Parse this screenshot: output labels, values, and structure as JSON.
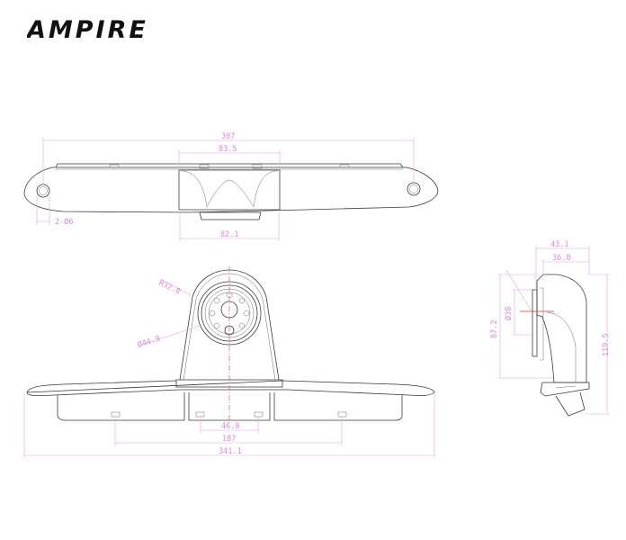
{
  "brand": {
    "name": "AMPIRE",
    "color": "#111111"
  },
  "colors": {
    "outline": "#3a3a3a",
    "dimension": "#d98ad9",
    "centerline": "#e05a5a"
  },
  "top_view": {
    "dimensions": {
      "overall_width": "307",
      "housing_top": "83.5",
      "housing_bottom": "82.1",
      "mount_holes": "2-Ø6"
    }
  },
  "front_view": {
    "dimensions": {
      "radius": "R32.8",
      "lens_diameter": "Ø44.9",
      "clip_spacing_inner": "46.8",
      "clip_spacing_outer": "187",
      "overall_length": "341.1"
    }
  },
  "side_view": {
    "dimensions": {
      "depth_total": "43.1",
      "depth_housing": "36.8",
      "lens_diameter": "Ø38",
      "height_front": "87.2",
      "height_total": "119.5"
    }
  }
}
